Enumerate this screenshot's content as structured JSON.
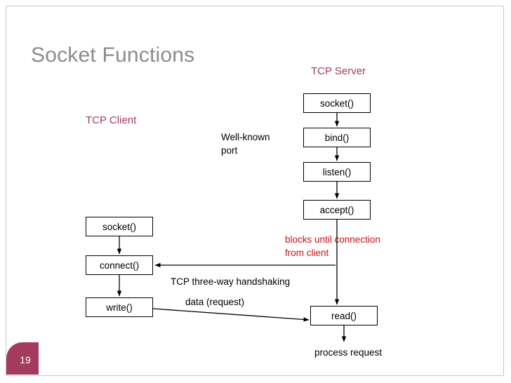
{
  "slide": {
    "title": "Socket Functions",
    "page_number": "19",
    "accent_color": "#a33b5c",
    "title_color": "#8c8c8c",
    "red_note_color": "#cc1111"
  },
  "headings": {
    "server": "TCP Server",
    "client": "TCP Client"
  },
  "server_calls": [
    {
      "label": "socket()"
    },
    {
      "label": "bind()"
    },
    {
      "label": "listen()"
    },
    {
      "label": "accept()"
    },
    {
      "label": "read()"
    }
  ],
  "client_calls": [
    {
      "label": "socket()"
    },
    {
      "label": "connect()"
    },
    {
      "label": "write()"
    }
  ],
  "notes": {
    "well_known_port_line1": "Well-known",
    "well_known_port_line2": "port",
    "blocks_line1": "blocks until connection",
    "blocks_line2": "from client",
    "handshaking": "TCP three-way handshaking",
    "data_request": "data (request)",
    "process_request": "process request"
  }
}
